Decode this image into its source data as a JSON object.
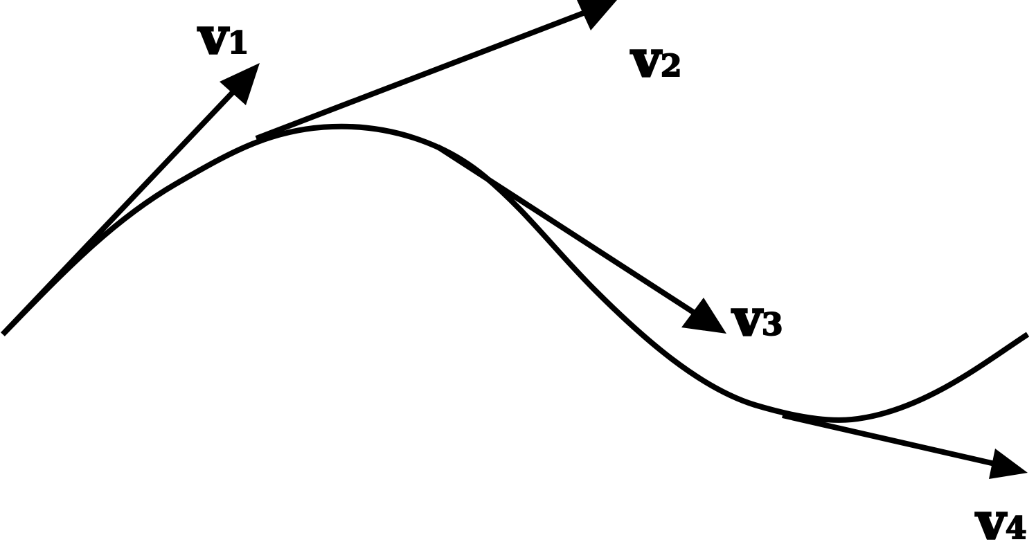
{
  "stroke_color": "#000000",
  "background_color": "#ffffff",
  "vectors": [
    {
      "letter": "v",
      "subscript": "1"
    },
    {
      "letter": "v",
      "subscript": "2"
    },
    {
      "letter": "v",
      "subscript": "3"
    },
    {
      "letter": "v",
      "subscript": "4"
    }
  ]
}
